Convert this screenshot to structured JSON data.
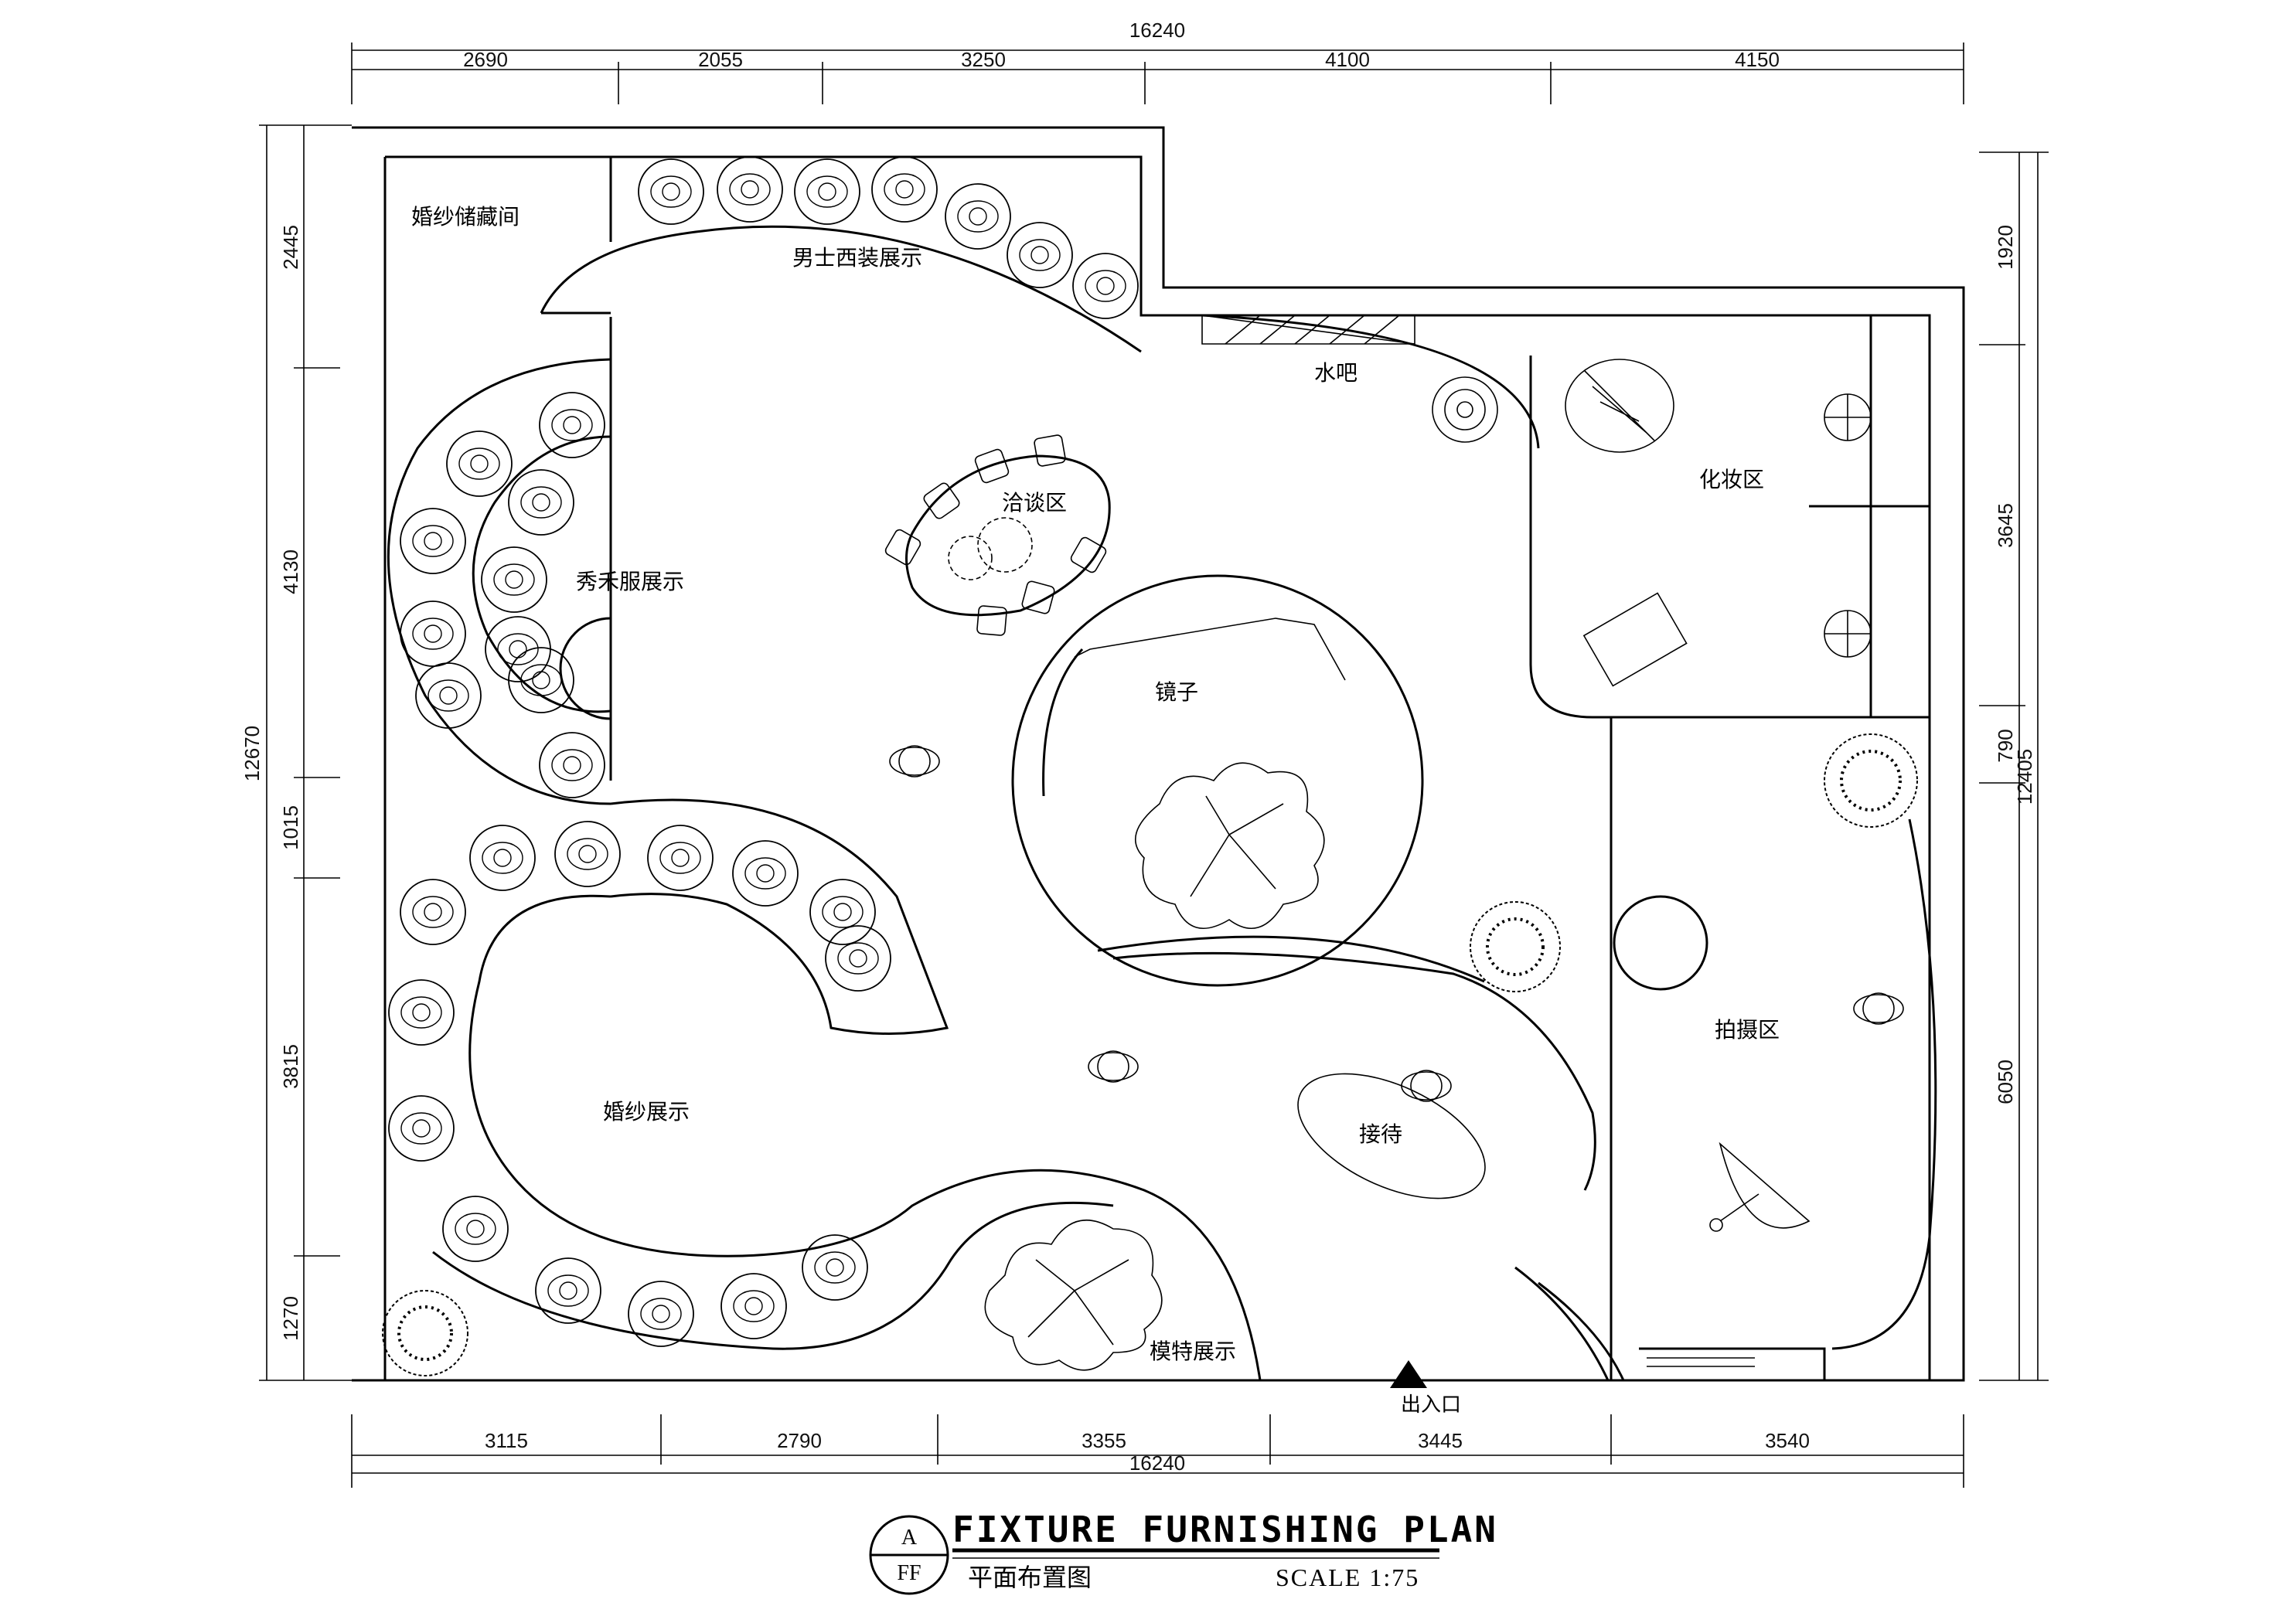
{
  "dimensions": {
    "top_total": "16240",
    "top_segments": [
      "2690",
      "2055",
      "3250",
      "4100",
      "4150"
    ],
    "bottom_segments": [
      "3115",
      "2790",
      "3355",
      "3445",
      "3540"
    ],
    "bottom_total": "16240",
    "left_total": "12670",
    "left_segments": [
      "2445",
      "4130",
      "1015",
      "3815",
      "1270"
    ],
    "right_total": "12405",
    "right_segments": [
      "1920",
      "3645",
      "790",
      "6050"
    ]
  },
  "rooms": {
    "bridal_storage": "婚纱储藏间",
    "mens_suit_display": "男士西装展示",
    "water_bar": "水吧",
    "negotiation_area": "洽谈区",
    "makeup_area": "化妆区",
    "show_gown_display": "秀禾服展示",
    "mirror": "镜子",
    "wedding_dress_display": "婚纱展示",
    "reception": "接待",
    "photo_area": "拍摄区",
    "model_display": "模特展示",
    "entrance": "出入口"
  },
  "title": {
    "badge_top": "A",
    "badge_bottom": "FF",
    "english": "FIXTURE FURNISHING PLAN",
    "chinese": "平面布置图",
    "scale": "SCALE 1:75"
  }
}
